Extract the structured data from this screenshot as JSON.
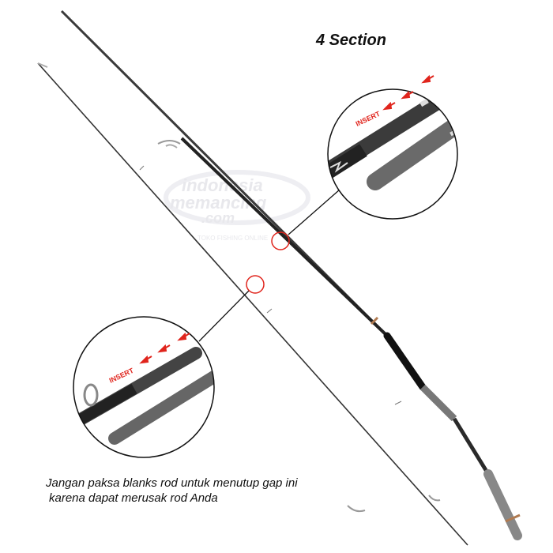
{
  "title": "4 Section",
  "insert_label": "INSERT",
  "note": {
    "line1": "Jangan paksa blanks rod untuk menutup gap ini",
    "line2": "karena dapat merusak rod Anda"
  },
  "watermark": {
    "line1": "indonesia",
    "line2": "memancing",
    "line3": ".com",
    "tagline": "TOKO FISHING ONLINE"
  },
  "colors": {
    "accent_red": "#e0241c",
    "rod": "#2a2a2a"
  }
}
